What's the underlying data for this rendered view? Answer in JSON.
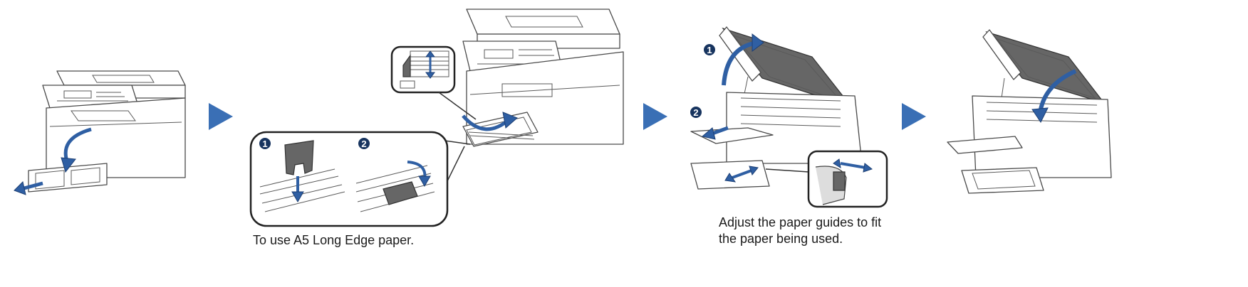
{
  "arrows": [
    "next-step",
    "next-step",
    "next-step"
  ],
  "markers": [
    "1",
    "2"
  ],
  "captions": {
    "a5_note": "To use A5 Long Edge paper.",
    "guides_line1": "Adjust the paper guides to fit",
    "guides_line2": "the paper being used."
  },
  "colors": {
    "accent": "#2f5fa3",
    "arrow": "#3a6fb5",
    "line": "#4a4a4a"
  }
}
